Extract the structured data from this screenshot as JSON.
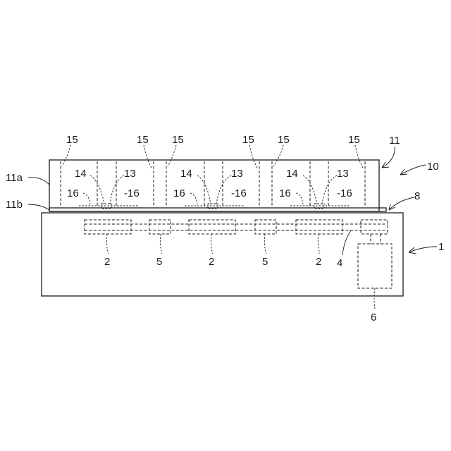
{
  "labels": {
    "top_15": [
      "15",
      "15",
      "15",
      "15",
      "15",
      "15"
    ],
    "l11": "11",
    "l10": "10",
    "l11a": "11a",
    "l11b": "11b",
    "l8": "8",
    "l1": "1",
    "l14": [
      "14",
      "14",
      "14"
    ],
    "l13": [
      "13",
      "13",
      "13"
    ],
    "l16": [
      "16",
      "-16",
      "16",
      "-16",
      "16",
      "-16"
    ],
    "l2": [
      "2",
      "2",
      "2"
    ],
    "l5": [
      "5",
      "5"
    ],
    "l4": "4",
    "l6": "6"
  }
}
